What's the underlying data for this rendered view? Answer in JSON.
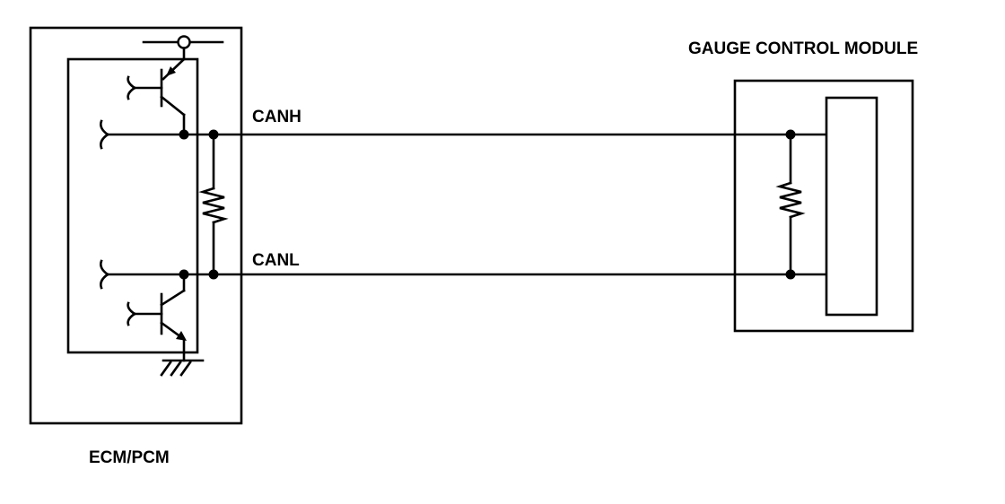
{
  "labels": {
    "canh": "CANH",
    "canl": "CANL",
    "ecm": "ECM/PCM",
    "gauge": "GAUGE CONTROL MODULE"
  },
  "colors": {
    "line": "#000000",
    "background": "#ffffff"
  }
}
